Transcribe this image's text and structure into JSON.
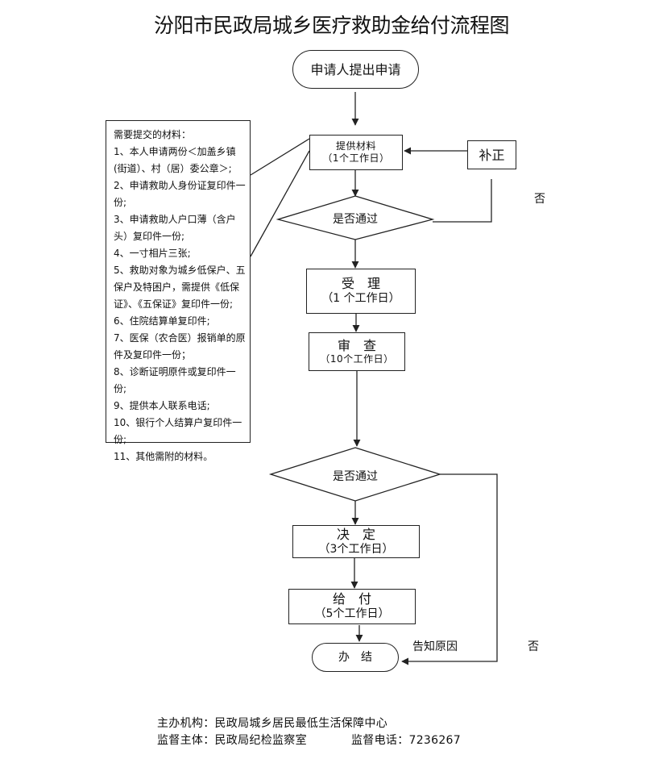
{
  "title": "汾阳市民政局城乡医疗救助金给付流程图",
  "nodes": {
    "apply": "申请人提出申请",
    "submit": {
      "label": "提供材料",
      "sub": "（1个工作日）"
    },
    "supplement": "补正",
    "check1": "是否通过",
    "accept": {
      "label": "受　理",
      "sub": "（1 个工作日）"
    },
    "review": {
      "label": "审　查",
      "sub": "（10个工作日）"
    },
    "check2": "是否通过",
    "decide": {
      "label": "决　定",
      "sub": "（3个工作日）"
    },
    "pay": {
      "label": "给　付",
      "sub": "（5个工作日）"
    },
    "finish": "办　结"
  },
  "labels": {
    "no1": "否",
    "no2": "否",
    "notify": "告知原因"
  },
  "materials": {
    "heading": "需要提交的材料：",
    "items": [
      "1、本人申请两份＜加盖乡镇(街道）、村（居）委公章＞;",
      "2、申请救助人身份证复印件一份;",
      "3、申请救助人户口薄（含户头）复印件一份;",
      "4、一寸相片三张;",
      "5、救助对象为城乡低保户、五保户及特困户，需提供《低保证》、《五保证》复印件一份;",
      "6、住院结算单复印件;",
      "7、医保（农合医）报销单的原件及复印件一份；",
      "8、诊断证明原件或复印件一份;",
      "9、提供本人联系电话;",
      "10、银行个人结算户复印件一份;",
      "11、其他需附的材料。"
    ]
  },
  "footer": {
    "organizer": "主办机构：民政局城乡居民最低生活保障中心",
    "supervisor": "监督主体：民政局纪检监察室",
    "phone": "监督电话：7236267"
  }
}
